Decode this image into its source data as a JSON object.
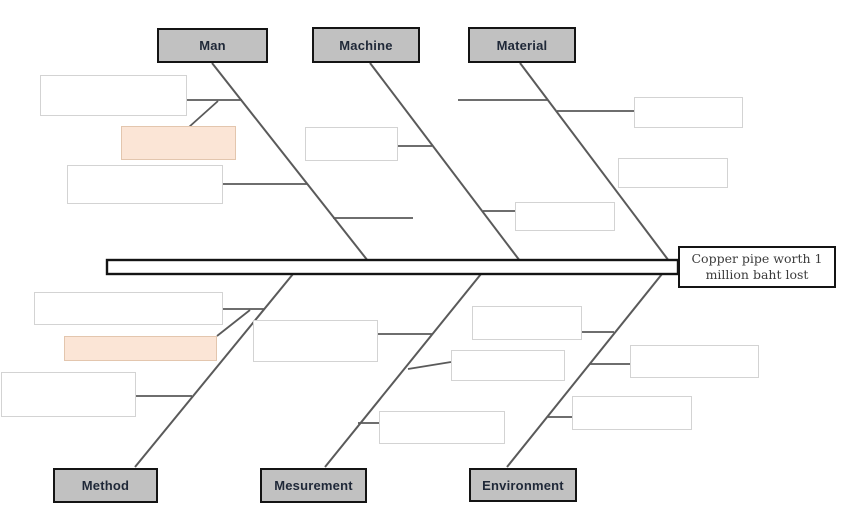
{
  "diagram": {
    "type": "fishbone",
    "effect": {
      "text": "Copper pipe worth 1 million baht lost",
      "line1": "Copper pipe worth 1",
      "line2": "million baht lost"
    },
    "categories": [
      {
        "id": "man",
        "label": "Man",
        "position": "top"
      },
      {
        "id": "machine",
        "label": "Machine",
        "position": "top"
      },
      {
        "id": "material",
        "label": "Material",
        "position": "top"
      },
      {
        "id": "method",
        "label": "Method",
        "position": "bottom"
      },
      {
        "id": "mesurement",
        "label": "Mesurement",
        "position": "bottom"
      },
      {
        "id": "environment",
        "label": "Environment",
        "position": "bottom"
      }
    ],
    "cause_slots": {
      "man": 3,
      "machine": 2,
      "material": 2,
      "method": 3,
      "mesurement": 3,
      "environment": 3,
      "highlighted": [
        "man-2",
        "method-2"
      ],
      "all_empty": true
    },
    "colors": {
      "background": "#ffffff",
      "header_fill": "#c1c1c1",
      "header_border": "#141414",
      "header_text": "#1f2838",
      "cause_border": "#d3d3d3",
      "cause_fill": "#ffffff",
      "highlight_fill": "#fbe5d6",
      "highlight_border": "#e3c6ae",
      "line": "#5a5a5a",
      "spine_fill": "#ffffff",
      "spine_border": "#141414",
      "effect_border": "#141414",
      "effect_text": "#3c3c3c"
    }
  }
}
